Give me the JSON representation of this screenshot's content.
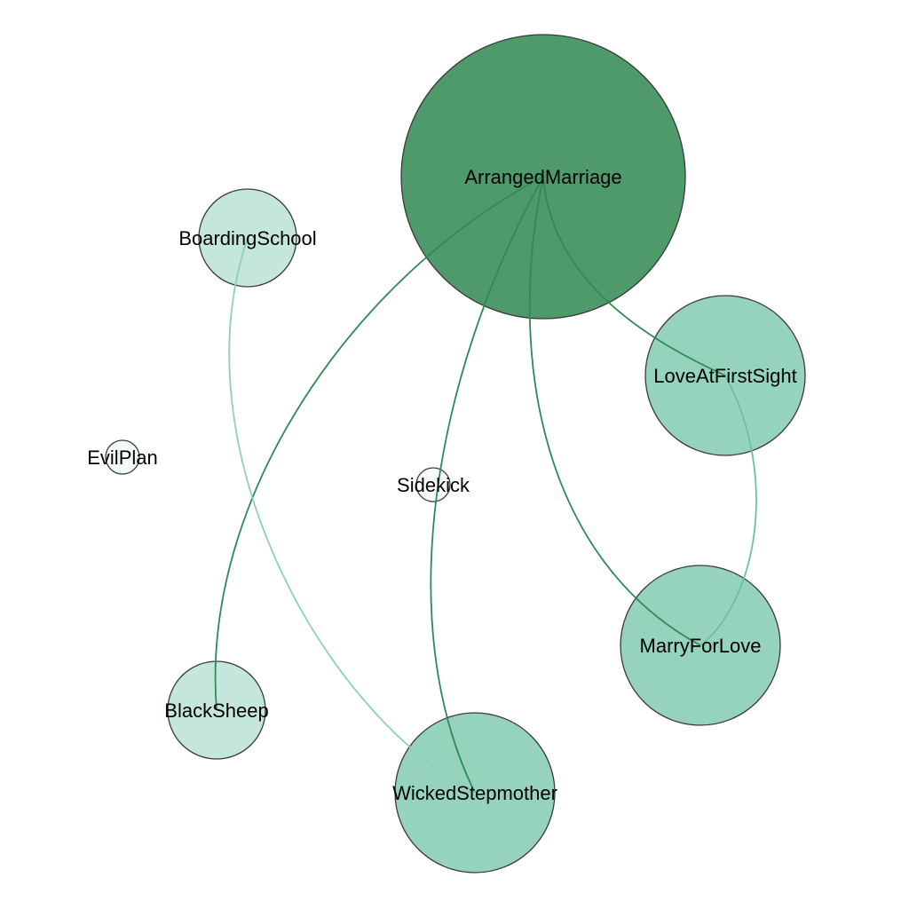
{
  "diagram": {
    "nodes": [
      {
        "id": "ArrangedMarriage",
        "label": "ArrangedMarriage",
        "fill": "#4f9a6b",
        "edge_color": "#2e8b57"
      },
      {
        "id": "BoardingSchool",
        "label": "BoardingSchool",
        "fill": "#c4e6dc",
        "edge_color": "#8fd0b8"
      },
      {
        "id": "LoveAtFirstSight",
        "label": "LoveAtFirstSight",
        "fill": "#96d3bd",
        "edge_color": "#6cc0a2"
      },
      {
        "id": "EvilPlan",
        "label": "EvilPlan",
        "fill": "#f2fbf8",
        "edge_color": "#c8e8dc"
      },
      {
        "id": "Sidekick",
        "label": "Sidekick",
        "fill": "#f7fcfa",
        "edge_color": "#c8e8dc"
      },
      {
        "id": "MarryForLove",
        "label": "MarryForLove",
        "fill": "#96d3bd",
        "edge_color": "#6cc0a2"
      },
      {
        "id": "BlackSheep",
        "label": "BlackSheep",
        "fill": "#c4e6dc",
        "edge_color": "#8fd0b8"
      },
      {
        "id": "WickedStepmother",
        "label": "WickedStepmother",
        "fill": "#96d3bd",
        "edge_color": "#6cc0a2"
      }
    ],
    "edges": [
      {
        "source": "ArrangedMarriage",
        "target": "LoveAtFirstSight"
      },
      {
        "source": "ArrangedMarriage",
        "target": "MarryForLove"
      },
      {
        "source": "ArrangedMarriage",
        "target": "WickedStepmother"
      },
      {
        "source": "ArrangedMarriage",
        "target": "BlackSheep"
      },
      {
        "source": "BoardingSchool",
        "target": "WickedStepmother"
      },
      {
        "source": "LoveAtFirstSight",
        "target": "MarryForLove"
      }
    ]
  }
}
